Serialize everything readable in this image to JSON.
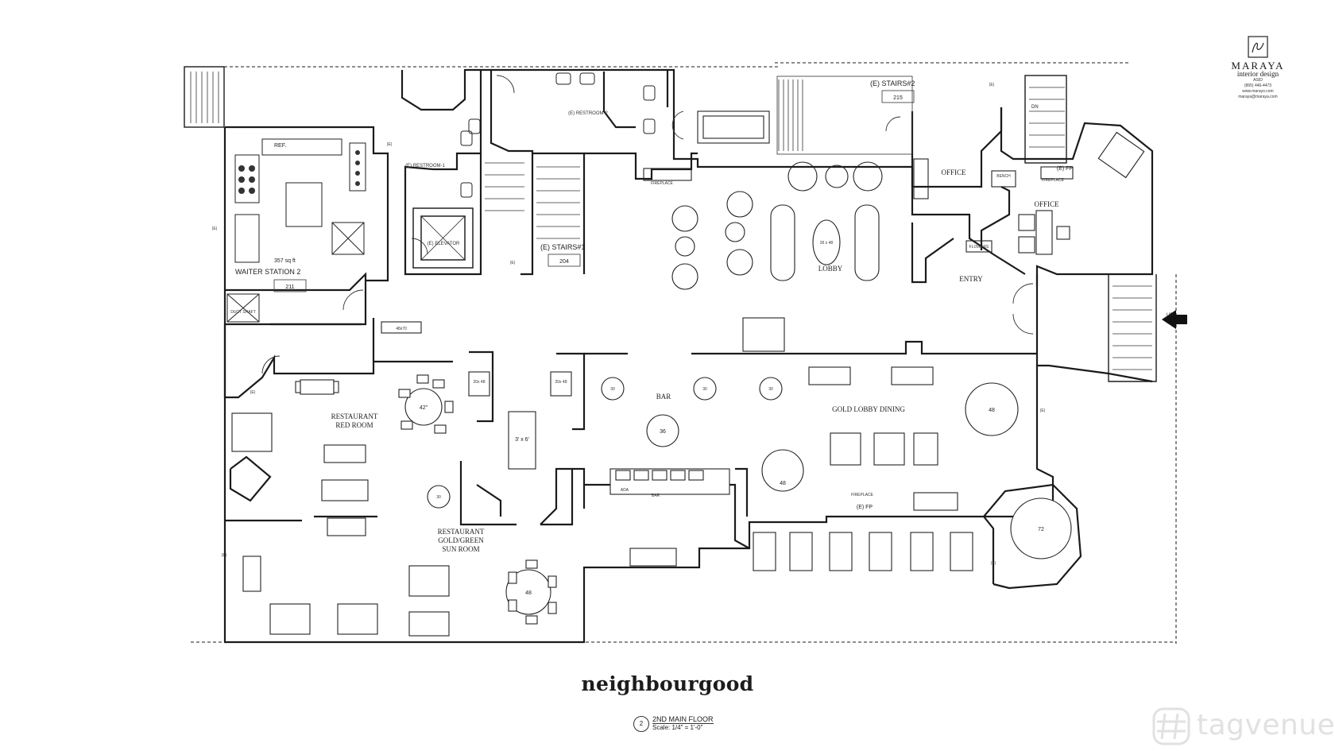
{
  "branding": {
    "logo_name": "MARAYA",
    "logo_sub": "interior design",
    "logo_credential": "ASID",
    "logo_phone": "(865) 446-4473",
    "logo_web": "www.marayo.com",
    "logo_email": "maraya@maraya.com"
  },
  "title": "neighbourgood",
  "scale_note": {
    "number": "2",
    "label": "2ND MAIN FLOOR",
    "scale": "Scale: 1/4\" = 1'-0\""
  },
  "watermark": "tagvenue",
  "rooms": {
    "waiter_station": "WAITER STATION 2",
    "waiter_area": "357 sq ft",
    "waiter_num": "211",
    "ref": "REF.",
    "duct_shaft": "DUCT SHAFT",
    "restroom1": "(E) RESTROOM-1",
    "restroom2": "(E) RESTROOM-2",
    "elevator": "(E) ELEVATOR",
    "stairs1": "(E) STAIRS#1",
    "stairs1_num": "204",
    "stairs2": "(E) STAIRS#2",
    "stairs2_num": "215",
    "lobby": "LOBBY",
    "office_a": "OFFICE",
    "office_b": "OFFICE",
    "entry": "ENTRY",
    "flowers": "FLOWERS",
    "bench": "BENCH",
    "fireplace": "FIREPLACE",
    "fp": "(E) FP",
    "bar": "BAR",
    "bar_counter": "BAR",
    "ada": "ADA",
    "gold_lobby_dining": "GOLD LOBBY DINING",
    "restaurant_red": "RESTAURANT",
    "restaurant_red2": "RED ROOM",
    "restaurant_gg": "RESTAURANT",
    "restaurant_gg2": "GOLD/GREEN",
    "restaurant_gg3": "SUN ROOM",
    "up": "UP",
    "dn": "DN",
    "e": "(E)"
  },
  "tables": {
    "t42": "42\"",
    "t48a": "48",
    "t48b": "48",
    "t48c": "48",
    "t72": "72",
    "t36": "36",
    "t30a": "30",
    "t30b": "30",
    "t30c": "30",
    "t30d": "30",
    "t36x48": "36 x 48",
    "t48x70": "48x70",
    "t20x48a": "20x 48",
    "t20x48b": "20x 48",
    "t3x6": "3' x 6'"
  }
}
